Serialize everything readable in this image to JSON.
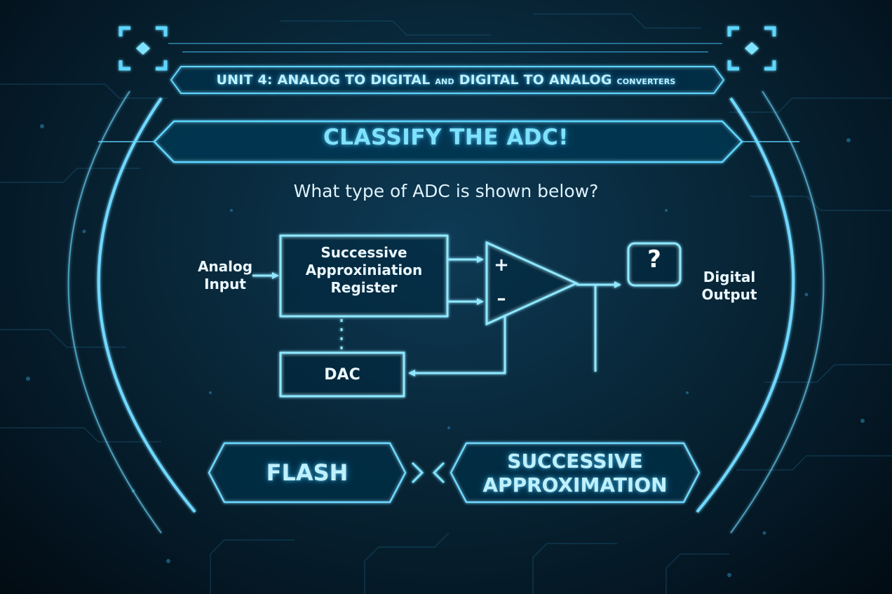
{
  "header": {
    "unit_part1": "UNIT 4: ANALOG TO DIGITAL ",
    "unit_and": "AND",
    "unit_part2": " DIGITAL TO ANALOG ",
    "unit_converters": "CONVERTERS"
  },
  "quiz": {
    "title": "CLASSIFY THE ADC!",
    "question": "What type of ADC is shown below?"
  },
  "diagram": {
    "sar_line1": "Successive",
    "sar_line2": "Approxiniation",
    "sar_line3": "Register",
    "dac_label": "DAC",
    "input_line1": "Analog",
    "input_line2": "Input",
    "output_line1": "Digital",
    "output_line2": "Output",
    "plus": "+",
    "minus": "–",
    "unknown": "?"
  },
  "answers": {
    "option_a": "FLASH",
    "option_b_line1": "SUCCESSIVE",
    "option_b_line2": "APPROXIMATION"
  },
  "colors": {
    "accent": "#5fd6ff",
    "line": "#7fe4ff",
    "background": "#062031"
  },
  "icons": [
    "frame-corner-icon",
    "chevron-right-icon",
    "chevron-left-icon"
  ]
}
